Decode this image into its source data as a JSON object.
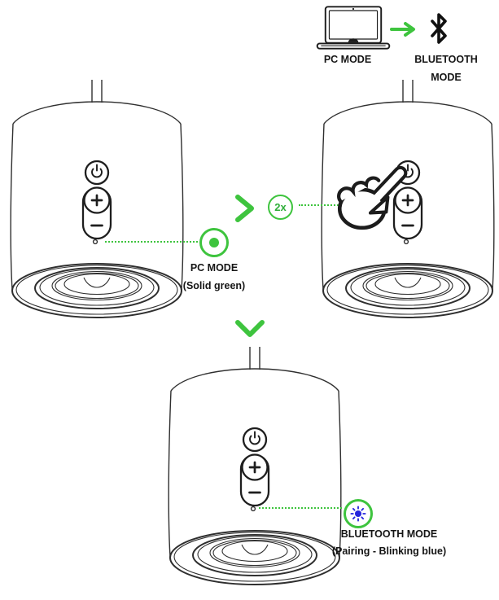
{
  "diagram": {
    "guide": {
      "pc_mode": "PC MODE",
      "bluetooth_line1": "BLUETOOTH",
      "bluetooth_line2": "MODE"
    },
    "press_badge": "2x",
    "annotations": {
      "pc_mode": {
        "title": "PC MODE",
        "subtitle": "(Solid green)"
      },
      "bluetooth_mode": {
        "title": "BLUETOOTH MODE",
        "subtitle": "(Pairing - Blinking blue)"
      }
    },
    "colors": {
      "accent_green": "#3ec43e",
      "status_blue": "#2424dd",
      "line_art": "#2f2f2f"
    }
  }
}
